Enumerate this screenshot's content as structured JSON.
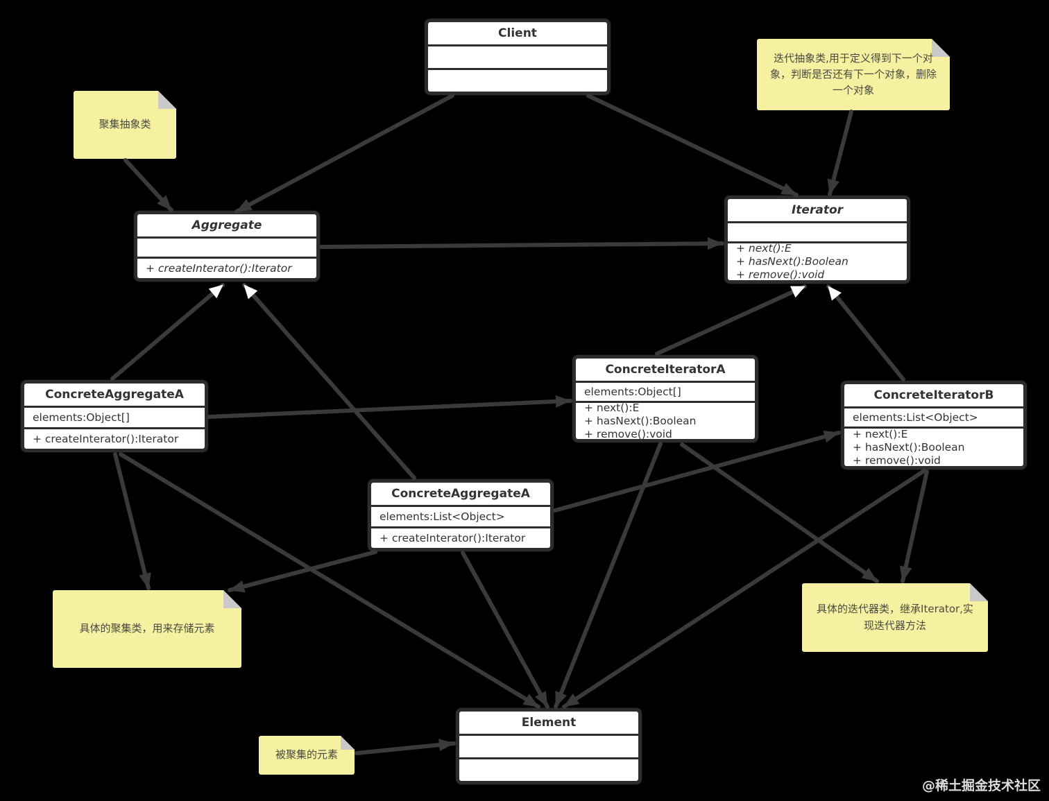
{
  "classes": {
    "client": {
      "name": "Client",
      "attributes": [],
      "methods": []
    },
    "aggregate": {
      "name": "Aggregate",
      "attributes": [],
      "methods": [
        "+ createInterator():Iterator"
      ]
    },
    "iterator": {
      "name": "Iterator",
      "attributes": [],
      "methods": [
        "+ next():E",
        "+ hasNext():Boolean",
        "+ remove():void"
      ]
    },
    "concreteAggregateA": {
      "name": "ConcreteAggregateA",
      "attributes": [
        "elements:Object[]"
      ],
      "methods": [
        "+ createInterator():Iterator"
      ]
    },
    "concreteIteratorA": {
      "name": "ConcreteIteratorA",
      "attributes": [
        "elements:Object[]"
      ],
      "methods": [
        "+ next():E",
        "+ hasNext():Boolean",
        "+ remove():void"
      ]
    },
    "concreteIteratorB": {
      "name": "ConcreteIteratorB",
      "attributes": [
        "elements:List<Object>"
      ],
      "methods": [
        "+ next():E",
        "+ hasNext():Boolean",
        "+ remove():void"
      ]
    },
    "concreteAggregateA2": {
      "name": "ConcreteAggregateA",
      "attributes": [
        "elements:List<Object>"
      ],
      "methods": [
        "+ createInterator():Iterator"
      ]
    },
    "element": {
      "name": "Element",
      "attributes": [],
      "methods": []
    }
  },
  "notes": {
    "aggregate": "聚集抽象类",
    "iterator": "迭代抽象类,用于定义得到下一个对象，判断是否还有下一个对象，删除一个对象",
    "concrete_aggregate": "具体的聚集类，用来存储元素",
    "concrete_iterator": "具体的迭代器类，继承Iterator,实现迭代器方法",
    "element": "被聚集的元素"
  },
  "watermark": "@稀土掘金技术社区",
  "colors": {
    "background": "#000000",
    "class_bg": "#ffffff",
    "class_border": "#2d2d2d",
    "text": "#333333",
    "note_bg": "#f5f1a1",
    "note_fold": "#c9c9c9",
    "line": "#3a3a3a",
    "inherit_arrow": "#ffffff",
    "watermark": "#f0f0f0"
  }
}
